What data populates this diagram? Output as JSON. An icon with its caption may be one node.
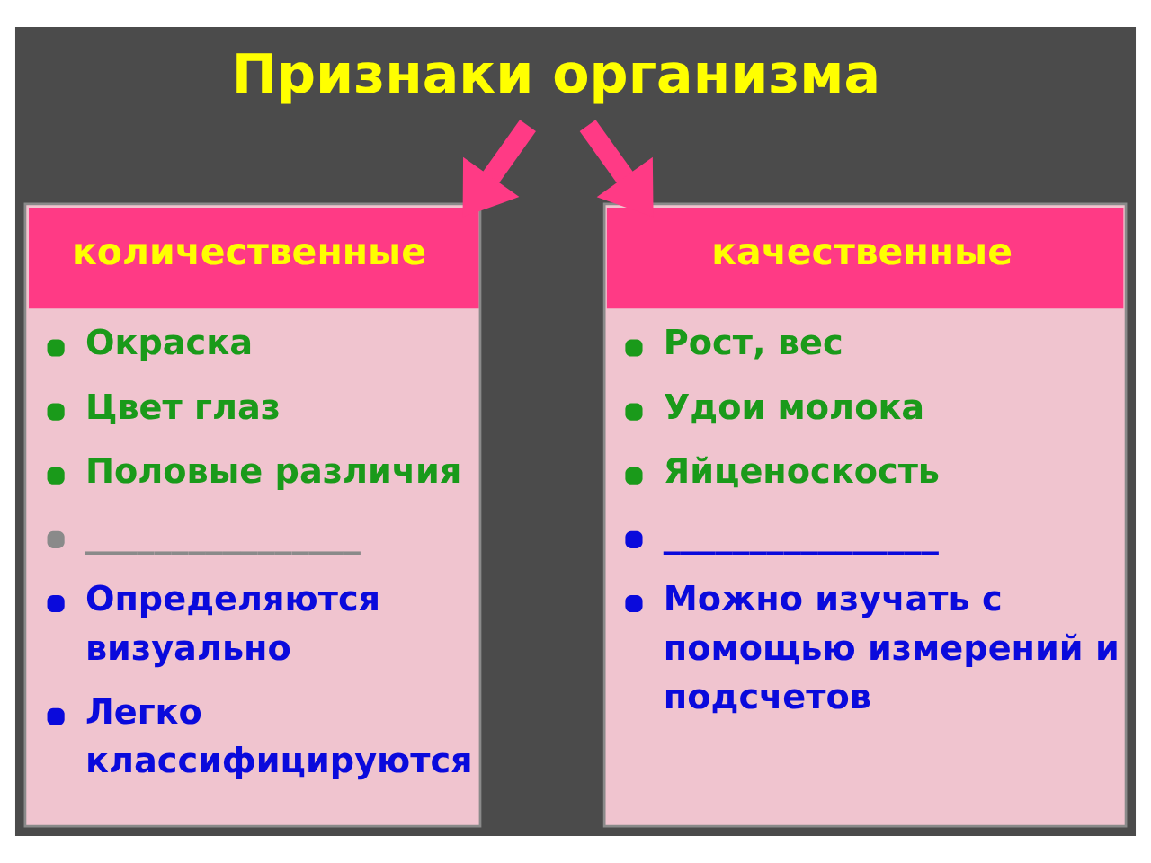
{
  "diagram": {
    "nodes": [
      {
        "text": [
          "Признаки организма"
        ]
      },
      {
        "text": [
          "количественные",
          "Окраска",
          "Цвет глаз",
          "Половые различия",
          "________________",
          "Определяются визуально",
          "Легко классифицируются"
        ]
      },
      {
        "text": [
          "качественные",
          "Рост, вес",
          "Удои молока",
          "Яйценоскость",
          "________________",
          "Можно изучать с помощью измерений и подсчетов"
        ]
      }
    ],
    "edges": [
      {
        "from": 0,
        "to": 1,
        "arrow": "to"
      },
      {
        "from": 0,
        "to": 2,
        "arrow": "to"
      }
    ]
  }
}
